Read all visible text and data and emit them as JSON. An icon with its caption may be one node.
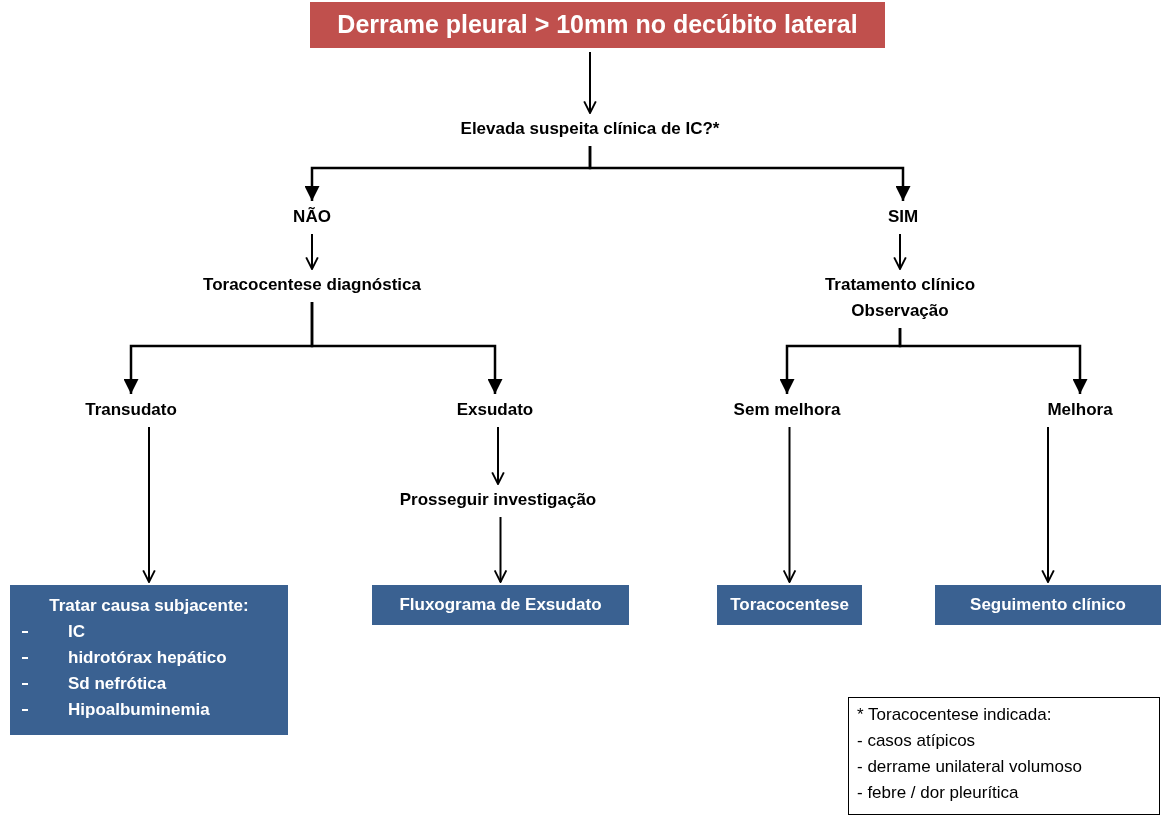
{
  "diagram": {
    "nodes": [
      {
        "text": [
          "Derrame pleural > 10mm no decúbito lateral"
        ]
      },
      {
        "text": [
          "Elevada suspeita clínica de IC?*"
        ]
      },
      {
        "text": [
          "NÃO"
        ]
      },
      {
        "text": [
          "SIM"
        ]
      },
      {
        "text": [
          "Toracocentese diagnóstica"
        ]
      },
      {
        "text": [
          "Tratamento clínico",
          "Observação"
        ]
      },
      {
        "text": [
          "Transudato"
        ]
      },
      {
        "text": [
          "Exsudato"
        ]
      },
      {
        "text": [
          "Sem melhora"
        ]
      },
      {
        "text": [
          "Melhora"
        ]
      },
      {
        "text": [
          "Prosseguir investigação"
        ]
      },
      {
        "text": [
          "Tratar causa subjacente:",
          "IC",
          "hidrotórax hepático",
          "Sd nefrótica",
          "Hipoalbuminemia"
        ]
      },
      {
        "text": [
          "Fluxograma de Exsudato"
        ]
      },
      {
        "text": [
          "Toracocentese"
        ]
      },
      {
        "text": [
          "Seguimento clínico"
        ]
      },
      {
        "text": [
          "* Toracocentese indicada:",
          "- casos atípicos",
          "- derrame unilateral volumoso",
          "- febre / dor pleurítica"
        ]
      }
    ],
    "edges": [
      {
        "from": 0,
        "to": 1,
        "arrow": "to"
      },
      {
        "from": 1,
        "to": 2,
        "arrow": "to"
      },
      {
        "from": 1,
        "to": 3,
        "arrow": "to"
      },
      {
        "from": 2,
        "to": 4,
        "arrow": "to"
      },
      {
        "from": 3,
        "to": 5,
        "arrow": "to"
      },
      {
        "from": 4,
        "to": 6,
        "arrow": "to"
      },
      {
        "from": 4,
        "to": 7,
        "arrow": "to"
      },
      {
        "from": 5,
        "to": 8,
        "arrow": "to"
      },
      {
        "from": 5,
        "to": 9,
        "arrow": "to"
      },
      {
        "from": 6,
        "to": 11,
        "arrow": "to"
      },
      {
        "from": 7,
        "to": 10,
        "arrow": "to"
      },
      {
        "from": 10,
        "to": 12,
        "arrow": "to"
      },
      {
        "from": 8,
        "to": 13,
        "arrow": "to"
      },
      {
        "from": 9,
        "to": 14,
        "arrow": "to"
      }
    ]
  }
}
